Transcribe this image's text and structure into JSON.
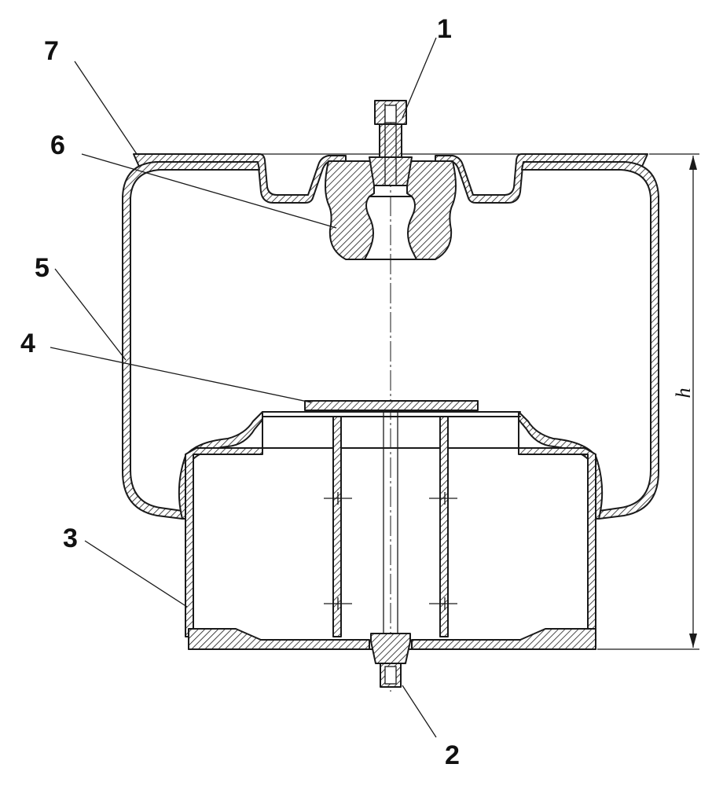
{
  "callouts": [
    {
      "id": "1",
      "label": "1",
      "part": "top-fitting"
    },
    {
      "id": "2",
      "label": "2",
      "part": "bottom-fitting"
    },
    {
      "id": "3",
      "label": "3",
      "part": "piston"
    },
    {
      "id": "4",
      "label": "4",
      "part": "bumper-plate"
    },
    {
      "id": "5",
      "label": "5",
      "part": "rubber-bellows"
    },
    {
      "id": "6",
      "label": "6",
      "part": "rubber-stop"
    },
    {
      "id": "7",
      "label": "7",
      "part": "top-plate"
    }
  ],
  "dimension": {
    "label": "h"
  },
  "colors": {
    "line": "#1a1a1a",
    "background": "#ffffff",
    "hatch": "#1a1a1a"
  }
}
